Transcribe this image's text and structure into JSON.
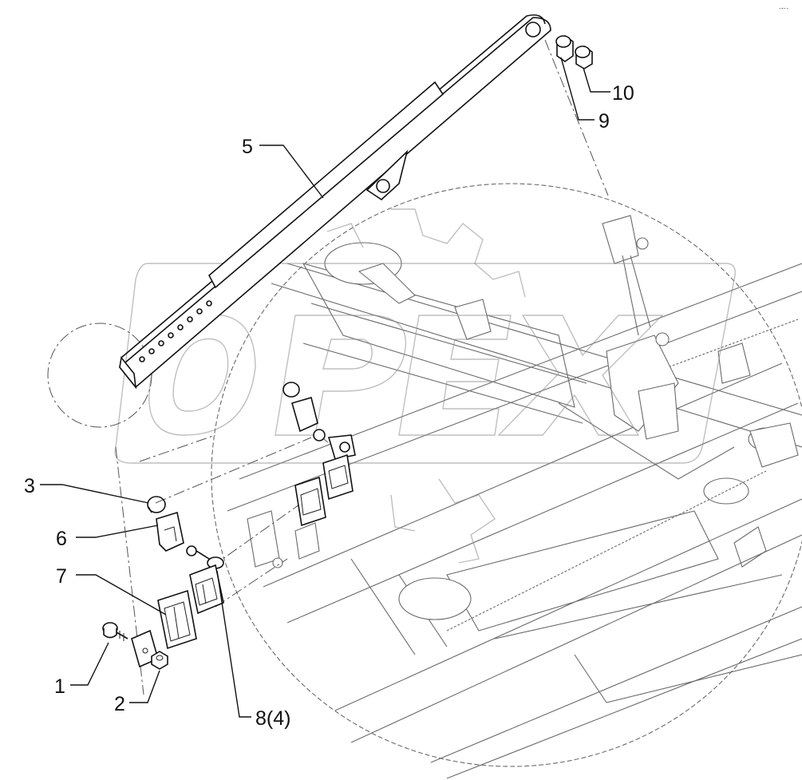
{
  "diagram": {
    "watermark_text": "OPEX",
    "corner_mark": "·-··",
    "callouts": [
      {
        "id": "c1",
        "label": "1"
      },
      {
        "id": "c2",
        "label": "2"
      },
      {
        "id": "c3",
        "label": "3"
      },
      {
        "id": "c5",
        "label": "5"
      },
      {
        "id": "c6",
        "label": "6"
      },
      {
        "id": "c7",
        "label": "7"
      },
      {
        "id": "c8",
        "label": "8(4)"
      },
      {
        "id": "c9",
        "label": "9"
      },
      {
        "id": "c10",
        "label": "10"
      }
    ]
  }
}
